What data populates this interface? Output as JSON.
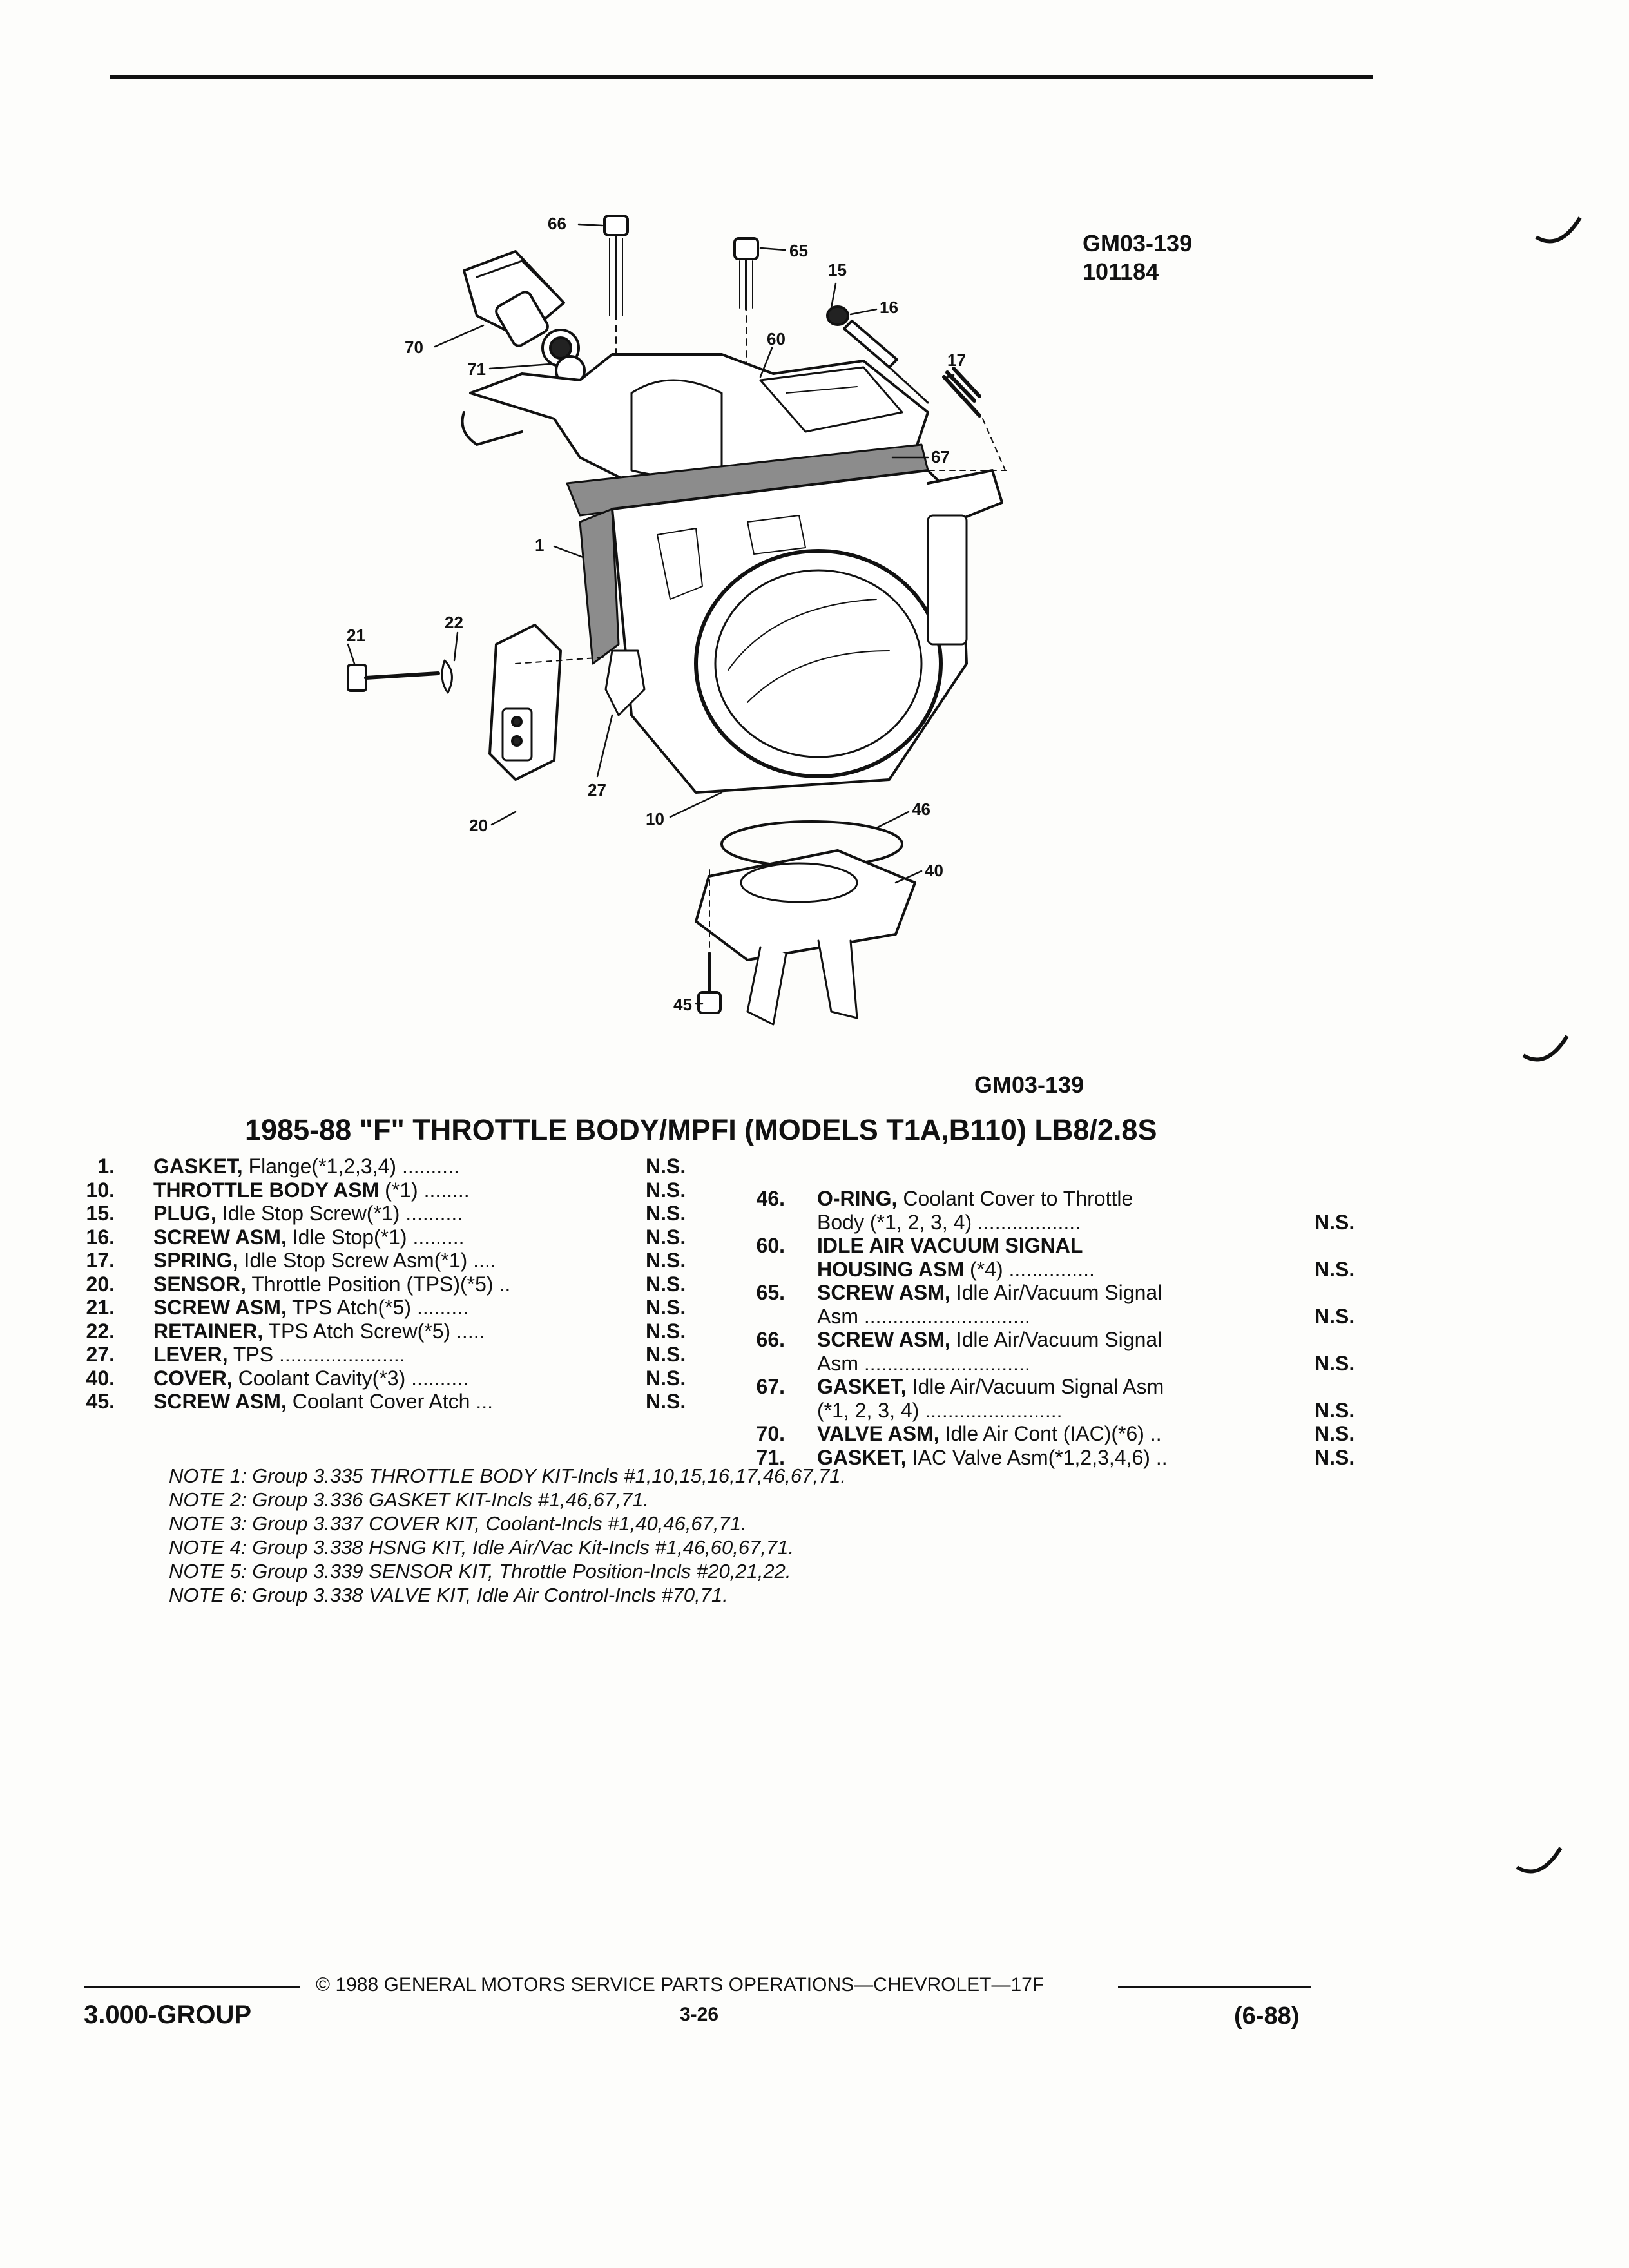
{
  "figure": {
    "id_top": "GM03-139",
    "date_code": "101184",
    "id_bottom": "GM03-139",
    "callouts": [
      "66",
      "65",
      "15",
      "16",
      "60",
      "17",
      "70",
      "71",
      "67",
      "1",
      "22",
      "21",
      "27",
      "20",
      "10",
      "46",
      "40",
      "45"
    ]
  },
  "title": "1985-88 \"F\" THROTTLE BODY/MPFI (MODELS T1A,B110) LB8/2.8S",
  "parts_left": [
    {
      "num": "1.",
      "name": "GASKET,",
      "desc": " Flange(*1,2,3,4)",
      "dots": " ..........",
      "status": "N.S."
    },
    {
      "num": "10.",
      "name": "THROTTLE BODY ASM",
      "desc": " (*1)",
      "dots": " ........",
      "status": "N.S."
    },
    {
      "num": "15.",
      "name": "PLUG,",
      "desc": " Idle Stop Screw(*1)",
      "dots": " ..........",
      "status": "N.S."
    },
    {
      "num": "16.",
      "name": "SCREW ASM,",
      "desc": " Idle Stop(*1)",
      "dots": " .........",
      "status": "N.S."
    },
    {
      "num": "17.",
      "name": "SPRING,",
      "desc": " Idle Stop Screw Asm(*1)",
      "dots": " ....",
      "status": "N.S."
    },
    {
      "num": "20.",
      "name": "SENSOR,",
      "desc": " Throttle Position (TPS)(*5)",
      "dots": " ..",
      "status": "N.S."
    },
    {
      "num": "21.",
      "name": "SCREW ASM,",
      "desc": " TPS Atch(*5)",
      "dots": " .........",
      "status": "N.S."
    },
    {
      "num": "22.",
      "name": "RETAINER,",
      "desc": " TPS Atch Screw(*5)",
      "dots": " .....",
      "status": "N.S."
    },
    {
      "num": "27.",
      "name": "LEVER,",
      "desc": " TPS",
      "dots": " ......................",
      "status": "N.S."
    },
    {
      "num": "40.",
      "name": "COVER,",
      "desc": " Coolant Cavity(*3)",
      "dots": " ..........",
      "status": "N.S."
    },
    {
      "num": "45.",
      "name": "SCREW ASM,",
      "desc": " Coolant Cover Atch",
      "dots": " ...",
      "status": "N.S."
    }
  ],
  "parts_right": [
    {
      "num": "46.",
      "name": "O-RING,",
      "desc": " Coolant Cover to Throttle",
      "line2": "Body (*1, 2, 3, 4)",
      "dots": " ..................",
      "status": "N.S."
    },
    {
      "num": "60.",
      "name": "IDLE AIR VACUUM SIGNAL",
      "desc": "",
      "line2b": "HOUSING ASM",
      "line2": " (*4)",
      "dots": " ...............",
      "status": "N.S."
    },
    {
      "num": "65.",
      "name": "SCREW ASM,",
      "desc": " Idle Air/Vacuum Signal",
      "line2": "Asm",
      "dots": " .............................",
      "status": "N.S."
    },
    {
      "num": "66.",
      "name": "SCREW ASM,",
      "desc": " Idle Air/Vacuum Signal",
      "line2": "Asm",
      "dots": " .............................",
      "status": "N.S."
    },
    {
      "num": "67.",
      "name": "GASKET,",
      "desc": " Idle Air/Vacuum Signal Asm",
      "line2": "(*1, 2, 3, 4)",
      "dots": " ........................",
      "status": "N.S."
    },
    {
      "num": "70.",
      "name": "VALVE ASM,",
      "desc": " Idle Air Cont (IAC)(*6)",
      "dots": " ..",
      "status": "N.S."
    },
    {
      "num": "71.",
      "name": "GASKET,",
      "desc": " IAC Valve Asm(*1,2,3,4,6)",
      "dots": " ..",
      "status": "N.S."
    }
  ],
  "notes": [
    "NOTE 1: Group 3.335 THROTTLE BODY KIT-Incls #1,10,15,16,17,46,67,71.",
    "NOTE 2: Group 3.336 GASKET KIT-Incls #1,46,67,71.",
    "NOTE 3: Group 3.337 COVER KIT, Coolant-Incls #1,40,46,67,71.",
    "NOTE 4: Group 3.338 HSNG KIT, Idle Air/Vac Kit-Incls #1,46,60,67,71.",
    "NOTE 5: Group 3.339 SENSOR KIT, Throttle Position-Incls #20,21,22.",
    "NOTE 6: Group 3.338 VALVE KIT, Idle Air Control-Incls #70,71."
  ],
  "footer": {
    "group": "3.000-GROUP",
    "copyright": "© 1988 GENERAL MOTORS SERVICE PARTS OPERATIONS—CHEVROLET—17F",
    "page": "3-26",
    "revision": "(6-88)"
  }
}
